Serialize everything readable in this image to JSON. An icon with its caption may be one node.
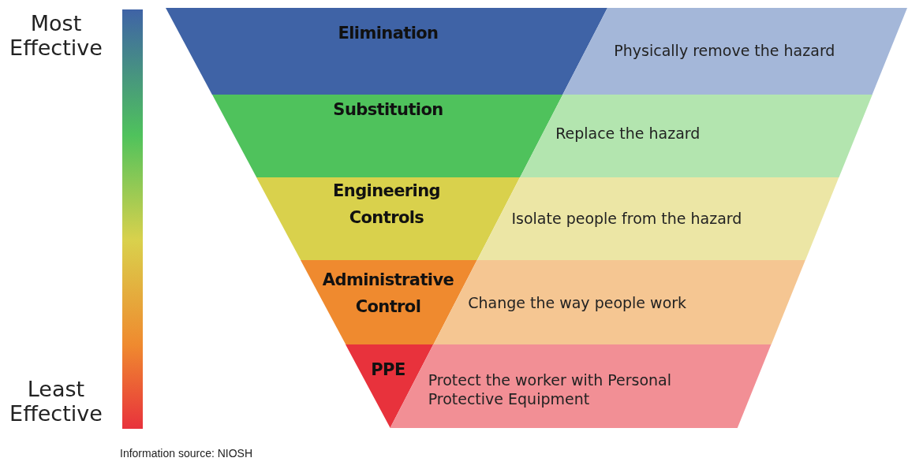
{
  "diagram": {
    "nodes": [
      {
        "text": [
          "Elimination",
          "Physically remove the hazard"
        ]
      },
      {
        "text": [
          "Substitution",
          "Replace the hazard"
        ]
      },
      {
        "text": [
          "Engineering Controls",
          "Isolate people from the hazard"
        ]
      },
      {
        "text": [
          "Administrative Control",
          "Change the way people work"
        ]
      },
      {
        "text": [
          "PPE",
          "Protect the worker with Personal Protective Equipment"
        ]
      },
      {
        "text": [],
        "shape": "bar"
      }
    ],
    "edges": [],
    "labels": [
      "Most Effective",
      "Least Effective",
      "Information source: NIOSH"
    ]
  }
}
